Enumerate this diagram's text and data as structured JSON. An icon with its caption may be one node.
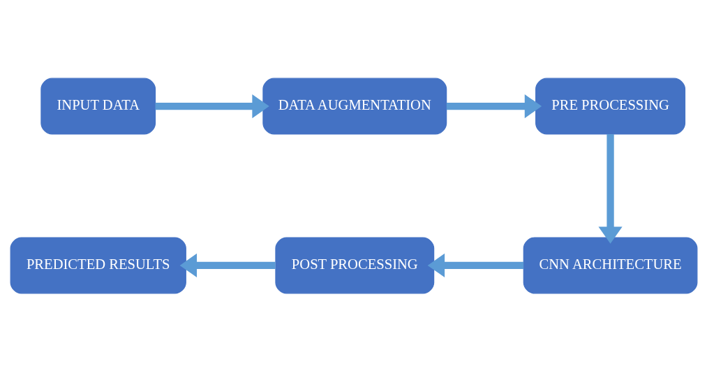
{
  "diagram": {
    "nodes": [
      {
        "text": [
          "INPUT DATA"
        ]
      },
      {
        "text": [
          "DATA AUGMENTATION"
        ]
      },
      {
        "text": [
          "PRE PROCESSING"
        ]
      },
      {
        "text": [
          "CNN ARCHITECTURE"
        ]
      },
      {
        "text": [
          "POST PROCESSING"
        ]
      },
      {
        "text": [
          "PREDICTED RESULTS"
        ]
      }
    ],
    "edges": [
      {
        "from": 0,
        "to": 1,
        "arrow": "to"
      },
      {
        "from": 1,
        "to": 2,
        "arrow": "to"
      },
      {
        "from": 2,
        "to": 3,
        "arrow": "to"
      },
      {
        "from": 3,
        "to": 4,
        "arrow": "to"
      },
      {
        "from": 4,
        "to": 5,
        "arrow": "to"
      }
    ]
  }
}
